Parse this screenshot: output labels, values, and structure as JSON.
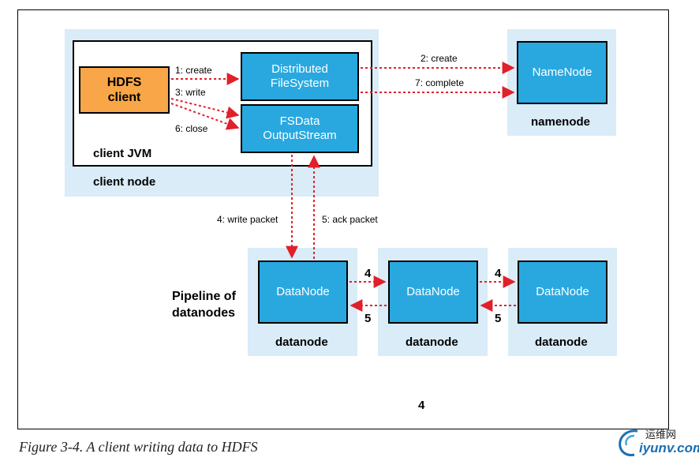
{
  "nodes": {
    "hdfs_client_line1": "HDFS",
    "hdfs_client_line2": "client",
    "client_jvm": "client JVM",
    "client_node": "client node",
    "dfs_line1": "Distributed",
    "dfs_line2": "FileSystem",
    "fsdos_line1": "FSData",
    "fsdos_line2": "OutputStream",
    "namenode_inner": "NameNode",
    "namenode_label": "namenode",
    "datanode_inner": "DataNode",
    "datanode_label": "datanode",
    "pipeline_line1": "Pipeline of",
    "pipeline_line2": "datanodes"
  },
  "edges": {
    "create": "1: create",
    "write": "3: write",
    "close": "6: close",
    "nn_create": "2: create",
    "complete": "7: complete",
    "write_packet": "4: write packet",
    "ack_packet": "5: ack packet",
    "four": "4",
    "five": "5"
  },
  "page_number": "4",
  "caption": "Figure 3-4. A client writing data to HDFS",
  "watermark": {
    "cn": "运维网",
    "en": "iyunv.com"
  },
  "colors": {
    "arrow": "#e0202a",
    "box_blue": "#29a8e0",
    "box_orange": "#f8a647",
    "panel_light": "#d9ecf7"
  }
}
